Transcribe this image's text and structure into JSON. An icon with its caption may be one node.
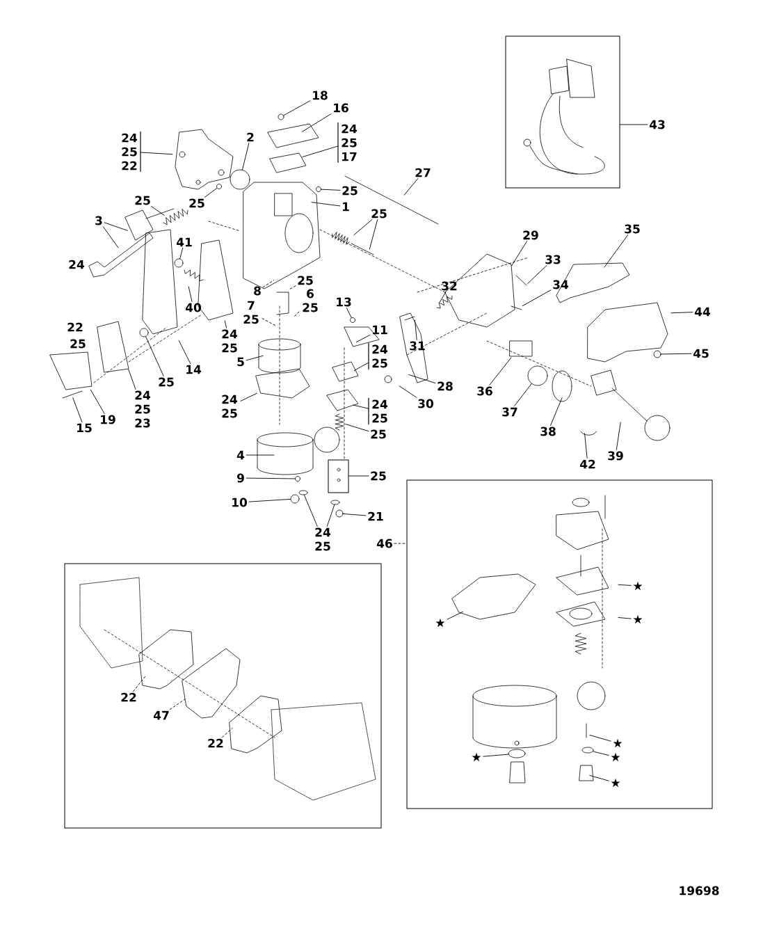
{
  "diagram": {
    "nodes": [
      {
        "text": [],
        "shape": "box"
      },
      {
        "text": [
          "43"
        ]
      },
      {
        "text": [
          "18"
        ]
      },
      {
        "text": [
          "16"
        ]
      },
      {
        "text": [
          "24",
          "25",
          "17"
        ]
      },
      {
        "text": [
          "24",
          "25",
          "22"
        ]
      },
      {
        "text": [
          "2"
        ]
      },
      {
        "text": [
          "27"
        ]
      },
      {
        "text": [
          "25"
        ]
      },
      {
        "text": [
          "1"
        ]
      },
      {
        "text": [
          "25"
        ]
      },
      {
        "text": [
          "25"
        ]
      },
      {
        "text": [
          "3"
        ]
      },
      {
        "text": [
          "25"
        ]
      },
      {
        "text": [
          "35"
        ]
      },
      {
        "text": [
          "29"
        ]
      },
      {
        "text": [
          "33"
        ]
      },
      {
        "text": [
          "41"
        ]
      },
      {
        "text": [
          "34"
        ]
      },
      {
        "text": [
          "32"
        ]
      },
      {
        "text": [
          "40"
        ]
      },
      {
        "text": [
          "8"
        ]
      },
      {
        "text": [
          "25"
        ]
      },
      {
        "text": [
          "6",
          "25"
        ]
      },
      {
        "text": [
          "7",
          "25"
        ]
      },
      {
        "text": [
          "13"
        ]
      },
      {
        "text": [
          "31"
        ]
      },
      {
        "text": [
          "44"
        ]
      },
      {
        "text": [
          "24",
          "25"
        ]
      },
      {
        "text": [
          "11"
        ]
      },
      {
        "text": [
          "5"
        ]
      },
      {
        "text": [
          "24",
          "25"
        ]
      },
      {
        "text": [
          "14"
        ]
      },
      {
        "text": [
          "28"
        ]
      },
      {
        "text": [
          "45"
        ]
      },
      {
        "text": [
          "25"
        ]
      },
      {
        "text": [
          "36"
        ]
      },
      {
        "text": [
          "30"
        ]
      },
      {
        "text": [
          "24",
          "25",
          "23"
        ]
      },
      {
        "text": [
          "37"
        ]
      },
      {
        "text": [
          "24",
          "25"
        ]
      },
      {
        "text": [
          "24",
          "25"
        ]
      },
      {
        "text": [
          "19"
        ]
      },
      {
        "text": [
          "15"
        ]
      },
      {
        "text": [
          "38"
        ]
      },
      {
        "text": [
          "25"
        ]
      },
      {
        "text": [
          "4"
        ]
      },
      {
        "text": [
          "39"
        ]
      },
      {
        "text": [
          "42"
        ]
      },
      {
        "text": [
          "25"
        ]
      },
      {
        "text": [],
        "shape": "box"
      },
      {
        "text": [
          "9"
        ]
      },
      {
        "text": [
          "10"
        ]
      },
      {
        "text": [
          "21"
        ]
      },
      {
        "text": [
          "24",
          "25"
        ]
      },
      {
        "text": [],
        "shape": "box"
      },
      {
        "text": [
          "46"
        ]
      },
      {
        "text": [
          "★"
        ],
        "in": 55
      },
      {
        "text": [
          "★"
        ],
        "in": 55
      },
      {
        "text": [
          "★"
        ],
        "in": 55
      },
      {
        "text": [
          "★"
        ],
        "in": 55
      },
      {
        "text": [
          "★"
        ],
        "in": 55
      },
      {
        "text": [
          "★"
        ],
        "in": 55
      },
      {
        "text": [
          "★"
        ],
        "in": 55
      },
      {
        "text": [],
        "shape": "box"
      },
      {
        "text": [
          "22"
        ],
        "in": 64
      },
      {
        "text": [
          "47"
        ],
        "in": 64
      },
      {
        "text": [
          "22"
        ],
        "in": 64
      },
      {
        "text": [],
        "shape": "circle"
      },
      {
        "text": [],
        "shape": "circle"
      },
      {
        "text": [],
        "shape": "circle"
      },
      {
        "text": [],
        "shape": "circle"
      },
      {
        "text": [],
        "shape": "circle"
      },
      {
        "text": [],
        "shape": "circle"
      },
      {
        "text": [],
        "shape": "circle"
      },
      {
        "text": [],
        "shape": "circle"
      },
      {
        "text": [],
        "shape": "circle"
      },
      {
        "text": [],
        "shape": "circle"
      },
      {
        "text": [],
        "shape": "ellipse"
      },
      {
        "text": [],
        "shape": "circle"
      },
      {
        "text": [],
        "shape": "ellipse"
      },
      {
        "text": [],
        "shape": "circle"
      },
      {
        "text": [],
        "shape": "ellipse",
        "in": 55
      },
      {
        "text": [],
        "shape": "ellipse",
        "in": 55
      }
    ],
    "edges": [
      {
        "from": 1,
        "to": 0,
        "arrow": "none"
      },
      {
        "from": 2,
        "to": 68,
        "arrow": "none"
      },
      {
        "from": 3,
        "to": null,
        "arrow": "none"
      },
      {
        "from": 4,
        "to": null,
        "arrow": "none"
      },
      {
        "from": 5,
        "to": null,
        "arrow": "none"
      },
      {
        "from": 6,
        "to": 69,
        "arrow": "none"
      },
      {
        "from": 7,
        "to": null,
        "arrow": "none"
      },
      {
        "from": 8,
        "to": 70,
        "arrow": "none"
      },
      {
        "from": 9,
        "to": null,
        "arrow": "none"
      },
      {
        "from": 10,
        "to": null,
        "arrow": "none"
      },
      {
        "from": 11,
        "to": 71,
        "arrow": "none"
      },
      {
        "from": 12,
        "to": null,
        "arrow": "none"
      },
      {
        "from": 12,
        "to": null,
        "arrow": "none"
      },
      {
        "from": 13,
        "to": null,
        "arrow": "none"
      },
      {
        "from": 13,
        "to": null,
        "arrow": "none"
      },
      {
        "from": 14,
        "to": null,
        "arrow": "none"
      },
      {
        "from": 15,
        "to": null,
        "arrow": "none"
      },
      {
        "from": 16,
        "to": null,
        "arrow": "none"
      },
      {
        "from": 17,
        "to": 72,
        "arrow": "none"
      },
      {
        "from": 18,
        "to": null,
        "arrow": "none"
      },
      {
        "from": 19,
        "to": null,
        "arrow": "none"
      },
      {
        "from": 20,
        "to": null,
        "arrow": "none"
      },
      {
        "from": 21,
        "to": null,
        "arrow": "none",
        "style": "dashed"
      },
      {
        "from": 22,
        "to": null,
        "arrow": "none",
        "style": "dashed"
      },
      {
        "from": 23,
        "to": null,
        "arrow": "none",
        "style": "dashed"
      },
      {
        "from": 24,
        "to": null,
        "arrow": "none",
        "style": "dashed"
      },
      {
        "from": 25,
        "to": 73,
        "arrow": "none"
      },
      {
        "from": 26,
        "to": null,
        "arrow": "none"
      },
      {
        "from": 27,
        "to": null,
        "arrow": "none"
      },
      {
        "from": 28,
        "to": null,
        "arrow": "none"
      },
      {
        "from": 29,
        "to": null,
        "arrow": "none"
      },
      {
        "from": 30,
        "to": null,
        "arrow": "none"
      },
      {
        "from": 31,
        "to": null,
        "arrow": "none"
      },
      {
        "from": 32,
        "to": null,
        "arrow": "none"
      },
      {
        "from": 33,
        "to": null,
        "arrow": "none"
      },
      {
        "from": 34,
        "to": 76,
        "arrow": "none"
      },
      {
        "from": 35,
        "to": 74,
        "arrow": "none"
      },
      {
        "from": 36,
        "to": null,
        "arrow": "none"
      },
      {
        "from": 37,
        "to": null,
        "arrow": "none"
      },
      {
        "from": 38,
        "to": null,
        "arrow": "none"
      },
      {
        "from": 39,
        "to": 75,
        "arrow": "none"
      },
      {
        "from": 40,
        "to": null,
        "arrow": "none"
      },
      {
        "from": 41,
        "to": null,
        "arrow": "none"
      },
      {
        "from": 42,
        "to": null,
        "arrow": "none"
      },
      {
        "from": 43,
        "to": null,
        "arrow": "none"
      },
      {
        "from": 44,
        "to": null,
        "arrow": "none"
      },
      {
        "from": 45,
        "to": null,
        "arrow": "none"
      },
      {
        "from": 46,
        "to": null,
        "arrow": "none"
      },
      {
        "from": 47,
        "to": null,
        "arrow": "none"
      },
      {
        "from": 48,
        "to": null,
        "arrow": "none"
      },
      {
        "from": 49,
        "to": 50,
        "arrow": "none"
      },
      {
        "from": 51,
        "to": 77,
        "arrow": "none"
      },
      {
        "from": 52,
        "to": 79,
        "arrow": "none"
      },
      {
        "from": 53,
        "to": 81,
        "arrow": "none"
      },
      {
        "from": 54,
        "to": 78,
        "arrow": "none"
      },
      {
        "from": 54,
        "to": 80,
        "arrow": "none"
      },
      {
        "from": 56,
        "to": 55,
        "arrow": "none",
        "style": "dashed"
      },
      {
        "from": 57,
        "to": null,
        "arrow": "none"
      },
      {
        "from": 58,
        "to": null,
        "arrow": "none"
      },
      {
        "from": 59,
        "to": null,
        "arrow": "none"
      },
      {
        "from": 60,
        "to": null,
        "arrow": "none"
      },
      {
        "from": 61,
        "to": 82,
        "arrow": "none"
      },
      {
        "from": 62,
        "to": 83,
        "arrow": "none"
      },
      {
        "from": 63,
        "to": null,
        "arrow": "none"
      },
      {
        "from": 65,
        "to": null,
        "arrow": "none",
        "style": "dashed"
      },
      {
        "from": 66,
        "to": null,
        "arrow": "none",
        "style": "dashed"
      },
      {
        "from": 67,
        "to": null,
        "arrow": "none",
        "style": "dashed"
      }
    ],
    "labels": [
      "24",
      "22",
      "25",
      "19698"
    ]
  }
}
